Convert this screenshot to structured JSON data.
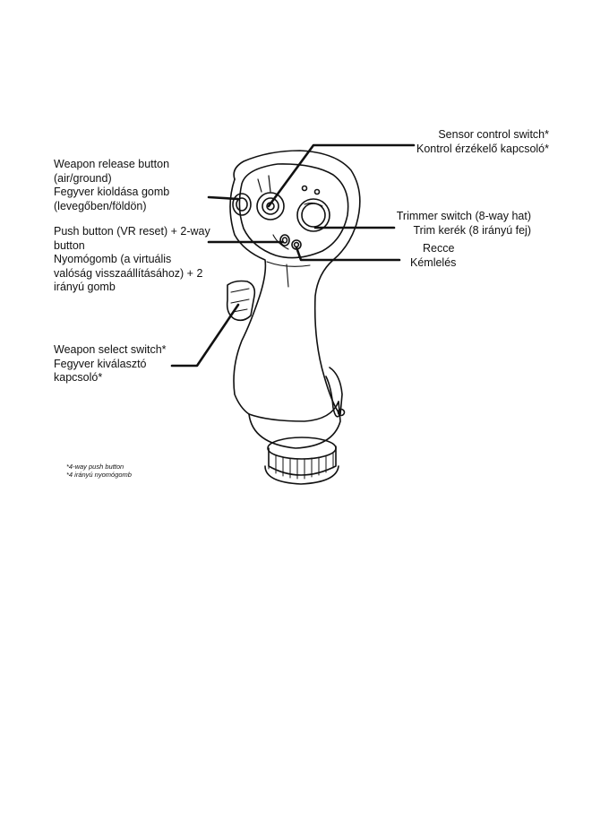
{
  "labels": {
    "weapon_release": [
      "Weapon release button",
      "(air/ground)",
      "Fegyver kioldása gomb",
      "(levegőben/földön)"
    ],
    "push_button": [
      "Push button (VR reset) + 2-way",
      "button",
      "Nyomógomb (a virtuális",
      "valóság visszaállításához) + 2",
      "irányú gomb"
    ],
    "weapon_select": [
      "Weapon select switch*",
      "Fegyver kiválasztó",
      "kapcsoló*"
    ],
    "sensor_control": [
      "Sensor control switch*",
      "Kontrol érzékelő kapcsoló*"
    ],
    "trimmer": [
      "Trimmer switch (8-way hat)",
      "Trim kerék (8 irányú fej)"
    ],
    "recce": [
      "Recce",
      "Kémlelés"
    ]
  },
  "footnote": [
    "*4-way push button",
    "*4 irányú nyomógomb"
  ],
  "colors": {
    "ink": "#111111",
    "background": "#ffffff"
  }
}
